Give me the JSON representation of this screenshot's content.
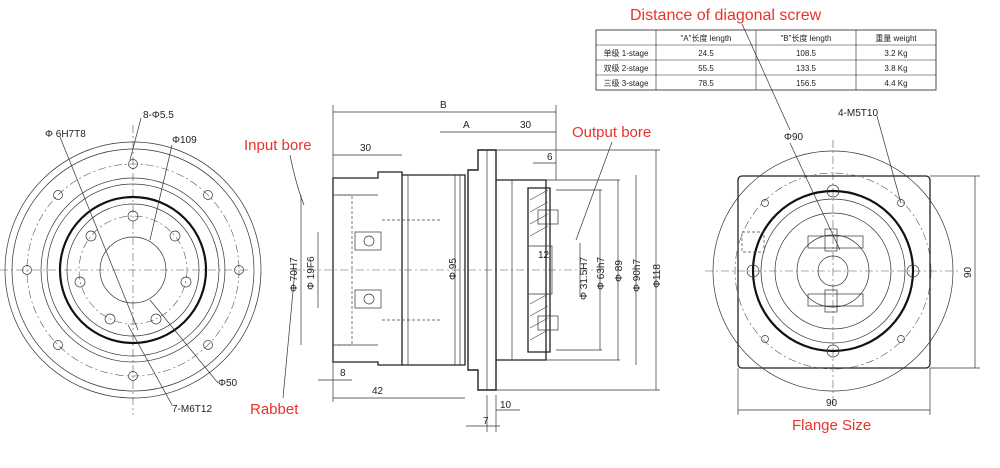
{
  "callouts": {
    "diagonal_screw": "Distance of diagonal screw",
    "input_bore": "Input bore",
    "output_bore": "Output bore",
    "rabbet": "Rabbet",
    "flange_size": "Flange Size"
  },
  "colors": {
    "callout": "#e8332a",
    "line": "#222222"
  },
  "table": {
    "headers": [
      "",
      "\"A\"长度 length",
      "\"B\"长度 length",
      "重量 weight"
    ],
    "rows": [
      [
        "单级 1-stage",
        "24.5",
        "108.5",
        "3.2 Kg"
      ],
      [
        "双级 2-stage",
        "55.5",
        "133.5",
        "3.8 Kg"
      ],
      [
        "三级 3-stage",
        "78.5",
        "156.5",
        "4.4 Kg"
      ]
    ]
  },
  "left_view": {
    "d_6h7t8": "Φ 6H7T8",
    "d_8_55": "8-Φ5.5",
    "d_109": "Φ109",
    "d_50": "Φ50",
    "d_7m6t12": "7-M6T12"
  },
  "side_view": {
    "B": "B",
    "A": "A",
    "d30_left": "30",
    "d30_right": "30",
    "d6": "6",
    "d12": "12",
    "d_70h7": "Φ 70H7",
    "d_19f6": "Φ 19F6",
    "d_95": "Φ 95",
    "d_31_5h7": "Φ 31.5H7",
    "d_63h7": "Φ 63h7",
    "d_89": "Φ 89",
    "d_90h7": "Φ 90h7",
    "d_118": "Φ118",
    "d8": "8",
    "d42": "42",
    "d10": "10",
    "d7": "7"
  },
  "right_view": {
    "d_90": "Φ90",
    "d_4m5t10": "4-M5T10",
    "w90": "90",
    "h90": "90"
  }
}
